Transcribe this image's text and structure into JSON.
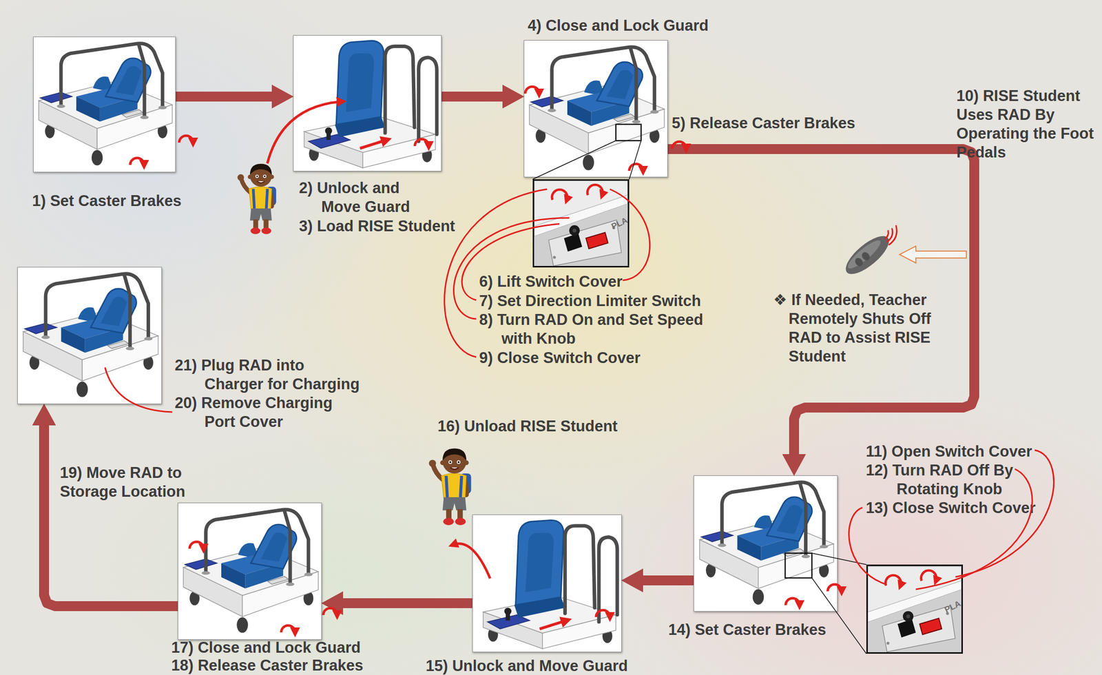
{
  "diagram": {
    "nodes": [
      {
        "text": [
          "1) Set Caster Brakes"
        ]
      },
      {
        "text": [
          "2) Unlock and Move Guard",
          "3) Load RISE Student"
        ]
      },
      {
        "text": [
          "4) Close and Lock Guard",
          "5) Release Caster Brakes"
        ]
      },
      {
        "text": [
          "6) Lift Switch Cover",
          "7) Set Direction Limiter Switch",
          "8) Turn RAD On and Set Speed with Knob",
          "9) Close Switch Cover"
        ]
      },
      {
        "text": [
          "11) Open Switch Cover",
          "12) Turn RAD Off By Rotating Knob",
          "13) Close Switch Cover"
        ]
      },
      {
        "text": [
          "14) Set Caster Brakes"
        ]
      },
      {
        "text": [
          "16) Unload RISE Student",
          "15) Unlock and Move Guard"
        ]
      },
      {
        "text": [
          "17) Close and Lock Guard",
          "18) Release Caster Brakes"
        ]
      },
      {
        "text": [
          "21) Plug RAD into Charger for Charging",
          "20) Remove Charging Port Cover"
        ]
      }
    ],
    "edges": [
      {
        "from": 0,
        "to": 1,
        "arrow": "to"
      },
      {
        "from": 1,
        "to": 2,
        "arrow": "to"
      },
      {
        "from": 2,
        "to": 5,
        "label": "10) RISE Student Uses RAD By Operating the Foot Pedals",
        "arrow": "to"
      },
      {
        "from": 5,
        "to": 6,
        "arrow": "to"
      },
      {
        "from": 6,
        "to": 7,
        "arrow": "to"
      },
      {
        "from": 7,
        "to": 8,
        "label": "19) Move RAD to Storage Location",
        "arrow": "to"
      }
    ],
    "labels": [
      "❖ If Needed, Teacher Remotely Shuts Off RAD to Assist RISE Student",
      "PLA",
      "PLA"
    ]
  }
}
